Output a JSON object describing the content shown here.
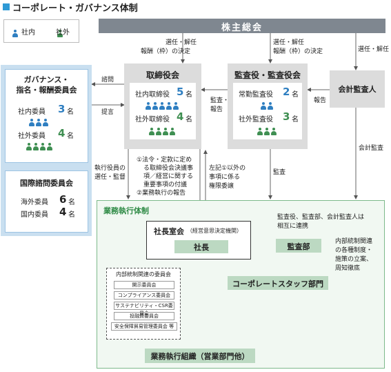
{
  "title": "コーポレート・ガバナンス体制",
  "legend": {
    "internal": "社内",
    "external": "社外"
  },
  "shareholders": "株主総会",
  "board": {
    "title": "取締役会",
    "internal_label": "社内取締役",
    "internal_num": "5",
    "internal_unit": "名",
    "external_label": "社外取締役",
    "external_num": "4",
    "external_unit": "名"
  },
  "auditors": {
    "title": "監査役・監査役会",
    "fulltime_label": "常勤監査役",
    "fulltime_num": "2",
    "fulltime_unit": "名",
    "external_label": "社外監査役",
    "external_num": "3",
    "external_unit": "名"
  },
  "accounting_auditor": "会計監査人",
  "governance_committee": {
    "title_line1": "ガバナンス・",
    "title_line2": "指名・報酬委員会",
    "internal_label": "社内委員",
    "internal_num": "3",
    "internal_unit": "名",
    "external_label": "社外委員",
    "external_num": "4",
    "external_unit": "名"
  },
  "intl_committee": {
    "title": "国際諮問委員会",
    "overseas_label": "海外委員",
    "overseas_num": "6",
    "overseas_unit": "名",
    "domestic_label": "国内委員",
    "domestic_num": "4",
    "domestic_unit": "名"
  },
  "arrow_labels": {
    "elect1_line1": "選任・解任",
    "elect1_line2": "報酬（枠）の決定",
    "elect2_line1": "選任・解任",
    "elect2_line2": "報酬（枠）の決定",
    "elect3": "選任・解任",
    "consult": "諮問",
    "propose": "提言",
    "audit_report1": "監査・",
    "audit_report2": "報告",
    "report": "報告",
    "accounting_audit": "会計監査",
    "exec_officer1": "執行役員の",
    "exec_officer2": "選任・監督",
    "delegate1": "左記①以外の",
    "delegate2": "事項に係る",
    "delegate3": "権限委譲",
    "audit": "監査",
    "board_items": [
      "①法令・定款に定め",
      "る取締役会決議事",
      "項／経営に関する",
      "重要事項の付議",
      "②業務執行の報告"
    ]
  },
  "execution": {
    "title": "業務執行体制",
    "coop_line1": "監査役、監査部、会計監査人は",
    "coop_line2": "相互に連携",
    "president_office": "社長室会",
    "president_office_sub": "（経営意思決定機関）",
    "president": "社長",
    "audit_dept": "監査部",
    "internal_control_note": [
      "内部統制関連",
      "の各種制度・",
      "施策の立案、",
      "周知徹底"
    ],
    "committees_title": "内部統制関連の委員会",
    "committees": [
      "開示委員会",
      "コンプライアンス委員会",
      "サステナビリティ・CSR委員会",
      "投融資委員会",
      "安全保障貿易管理委員会 等"
    ],
    "corporate_staff": "コーポレートスタッフ部門",
    "business_org": "業務執行組織（営業部門他）"
  }
}
